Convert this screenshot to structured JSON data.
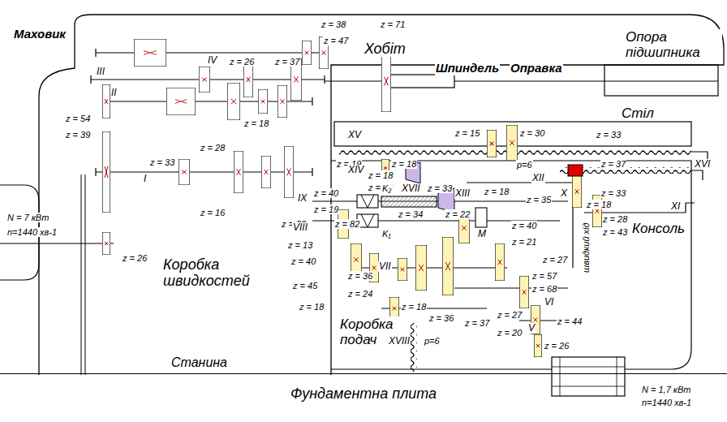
{
  "diagram": {
    "nodes": [
      {
        "text": [
          "Фундаментна плита"
        ]
      }
    ],
    "labels": [
      "Маховик",
      "Хобіт",
      "Опора підшипника",
      "IV",
      "III",
      "II",
      "I",
      "z = 38",
      "z = 71",
      "z = 47",
      "z = 26",
      "z = 37",
      "Шпиндель",
      "Оправка",
      "z = 54",
      "z = 39",
      "z = 18",
      "z = 28",
      "z = 33",
      "z = 19",
      "z = 36",
      "z = 19",
      "z = 16",
      "z = 22",
      "z = 82",
      "z = 26",
      "N = 7 кВт",
      "n=1440 хв-1",
      "Коробка швидкостей",
      "Станина",
      "Стіл",
      "XV",
      "z = 15",
      "z = 30",
      "z = 33",
      "XIV",
      "z = 18",
      "z = 18",
      "z = 16",
      "XIII",
      "z = 18",
      "p=6",
      "XII",
      "z = 37",
      "XVI",
      "X",
      "z = 33",
      "IX",
      "40",
      "K₂",
      "XVII",
      "z = 33",
      "z = 22",
      "z = 35",
      "z = 34",
      "K₁",
      "M",
      "z = 40",
      "z = 18",
      "z = 28",
      "z = 43",
      "XI",
      "VIII",
      "z = 13",
      "z = 40",
      "VII",
      "z = 21",
      "z = 27",
      "z = 45",
      "z = 36",
      "z = 24",
      "z = 57",
      "z = 68",
      "VI",
      "швидкий хід",
      "z = 18",
      "z = 18",
      "z = 36",
      "z = 37",
      "z = 27",
      "V",
      "z = 44",
      "z = 20",
      "z = 26",
      "Коробка подач",
      "XVIII",
      "p=6",
      "Консоль",
      "N = 1,7 кВт",
      "n=1440 хв-1"
    ]
  }
}
